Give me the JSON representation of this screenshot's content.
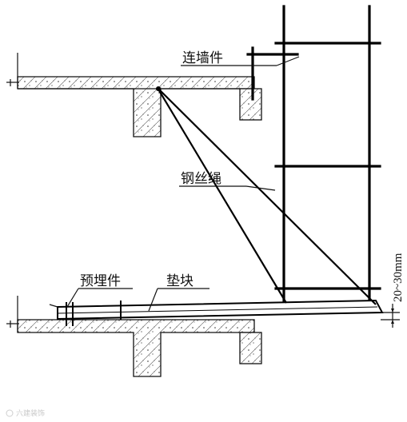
{
  "labels": {
    "wall_tie": "连墙件",
    "wire_rope": "钢丝绳",
    "embedded_part": "预埋件",
    "pad_block": "垫块",
    "gap_dimension": "20~30mm"
  },
  "watermark": "六建装饰",
  "colors": {
    "line": "#000000",
    "background": "#ffffff"
  }
}
